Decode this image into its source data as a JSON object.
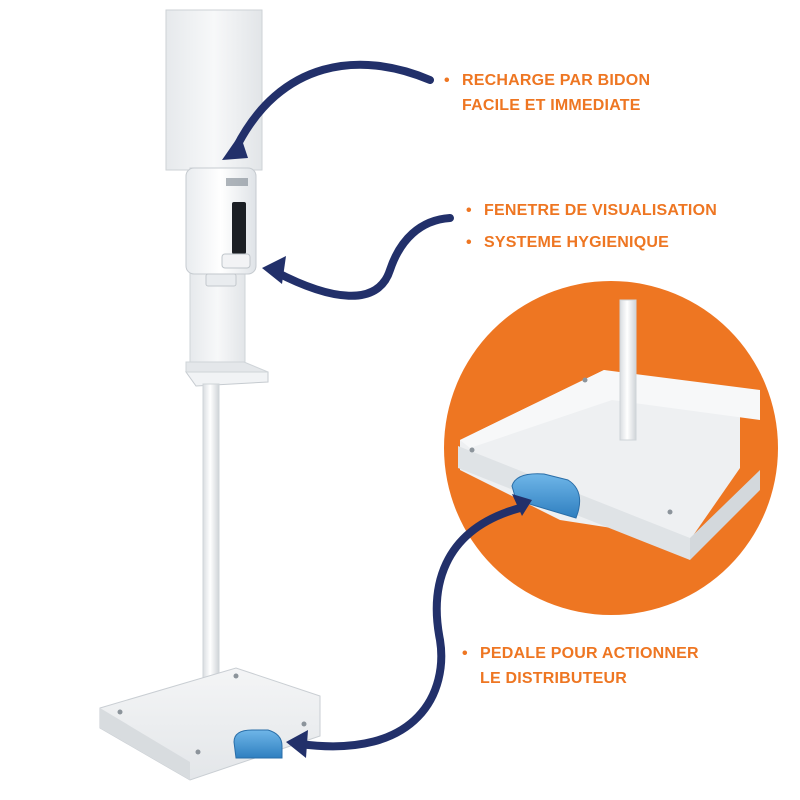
{
  "callouts": {
    "recharge": {
      "lines": [
        "RECHARGE PAR BIDON",
        "FACILE ET IMMEDIATE"
      ]
    },
    "fenetre": {
      "items": [
        "FENETRE DE VISUALISATION",
        "SYSTEME HYGIENIQUE"
      ]
    },
    "pedale": {
      "lines": [
        "PEDALE POUR ACTIONNER",
        "LE DISTRIBUTEUR"
      ]
    }
  },
  "bullet": "•",
  "colors": {
    "callout_text": "#ee7622",
    "arrow": "#22306a",
    "zoom_circle": "#ee7622",
    "pedal": "#3a8fcf",
    "stand": "#eef0f2"
  },
  "icons": [
    "arrow-recharge-icon",
    "arrow-visualisation-icon",
    "arrow-pedal-icon"
  ]
}
